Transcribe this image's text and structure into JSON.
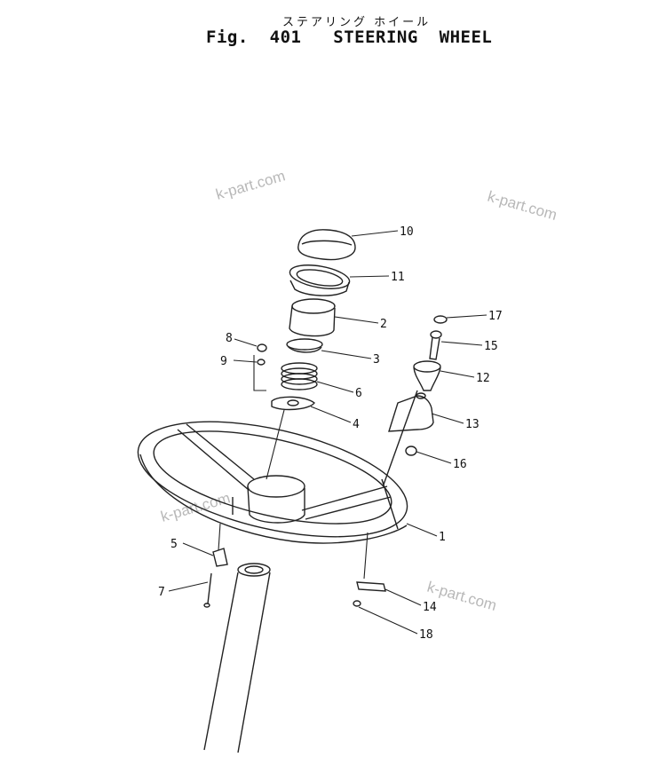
{
  "figure": {
    "subtitle": "ステアリング ホイール",
    "title": "Fig.  401   STEERING  WHEEL"
  },
  "watermarks": [
    "k-part.com",
    "k-part.com",
    "k-part.com",
    "k-part.com"
  ],
  "callouts": [
    {
      "key": "p10",
      "label": "10"
    },
    {
      "key": "p11",
      "label": "11"
    },
    {
      "key": "p2",
      "label": "2"
    },
    {
      "key": "p8",
      "label": "8"
    },
    {
      "key": "p3",
      "label": "3"
    },
    {
      "key": "p9",
      "label": "9"
    },
    {
      "key": "p6",
      "label": "6"
    },
    {
      "key": "p4",
      "label": "4"
    },
    {
      "key": "p17",
      "label": "17"
    },
    {
      "key": "p15",
      "label": "15"
    },
    {
      "key": "p12",
      "label": "12"
    },
    {
      "key": "p13",
      "label": "13"
    },
    {
      "key": "p16",
      "label": "16"
    },
    {
      "key": "p1",
      "label": "1"
    },
    {
      "key": "p5",
      "label": "5"
    },
    {
      "key": "p7",
      "label": "7"
    },
    {
      "key": "p14",
      "label": "14"
    },
    {
      "key": "p18",
      "label": "18"
    }
  ]
}
